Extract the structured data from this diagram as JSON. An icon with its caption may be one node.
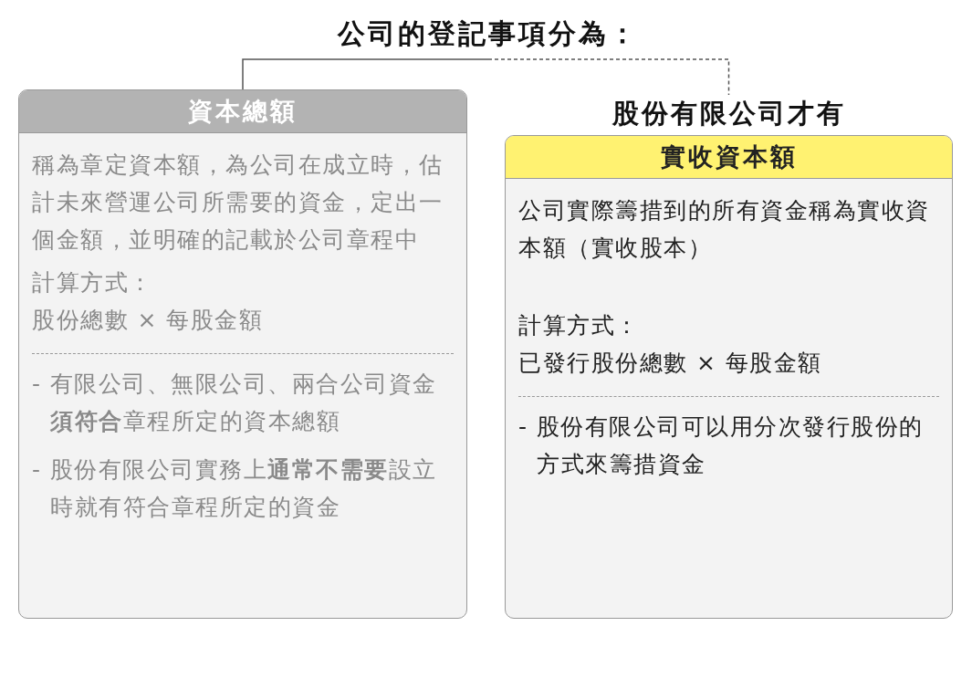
{
  "diagram": {
    "nodes": [
      {
        "text": [
          "公司的登記事項分為："
        ]
      },
      {
        "text": [
          "資本總額",
          "稱為章定資本額，為公司在成立時，估計未來營運公司所需要的資金，定出一個金額，並明確的記載於公司章程中",
          "計算方式：",
          "股份總數 × 每股金額",
          "- 有限公司、無限公司、兩合公司資金**須符合**章程所定的資本總額",
          "- 股份有限公司實務上**通常不需要**設立時就有符合章程所定的資金"
        ]
      },
      {
        "text": [
          "股份有限公司才有",
          "實收資本額",
          "公司實際籌措到的所有資金稱為實收資本額（實收股本）",
          "計算方式：",
          "已發行股份總數 × 每股金額",
          "- 股份有限公司可以用分次發行股份的方式來籌措資金"
        ]
      }
    ],
    "edges": [
      {
        "from": 0,
        "to": 1,
        "arrow": "none"
      },
      {
        "from": 0,
        "to": 2,
        "arrow": "none",
        "style": "dashed"
      }
    ]
  }
}
